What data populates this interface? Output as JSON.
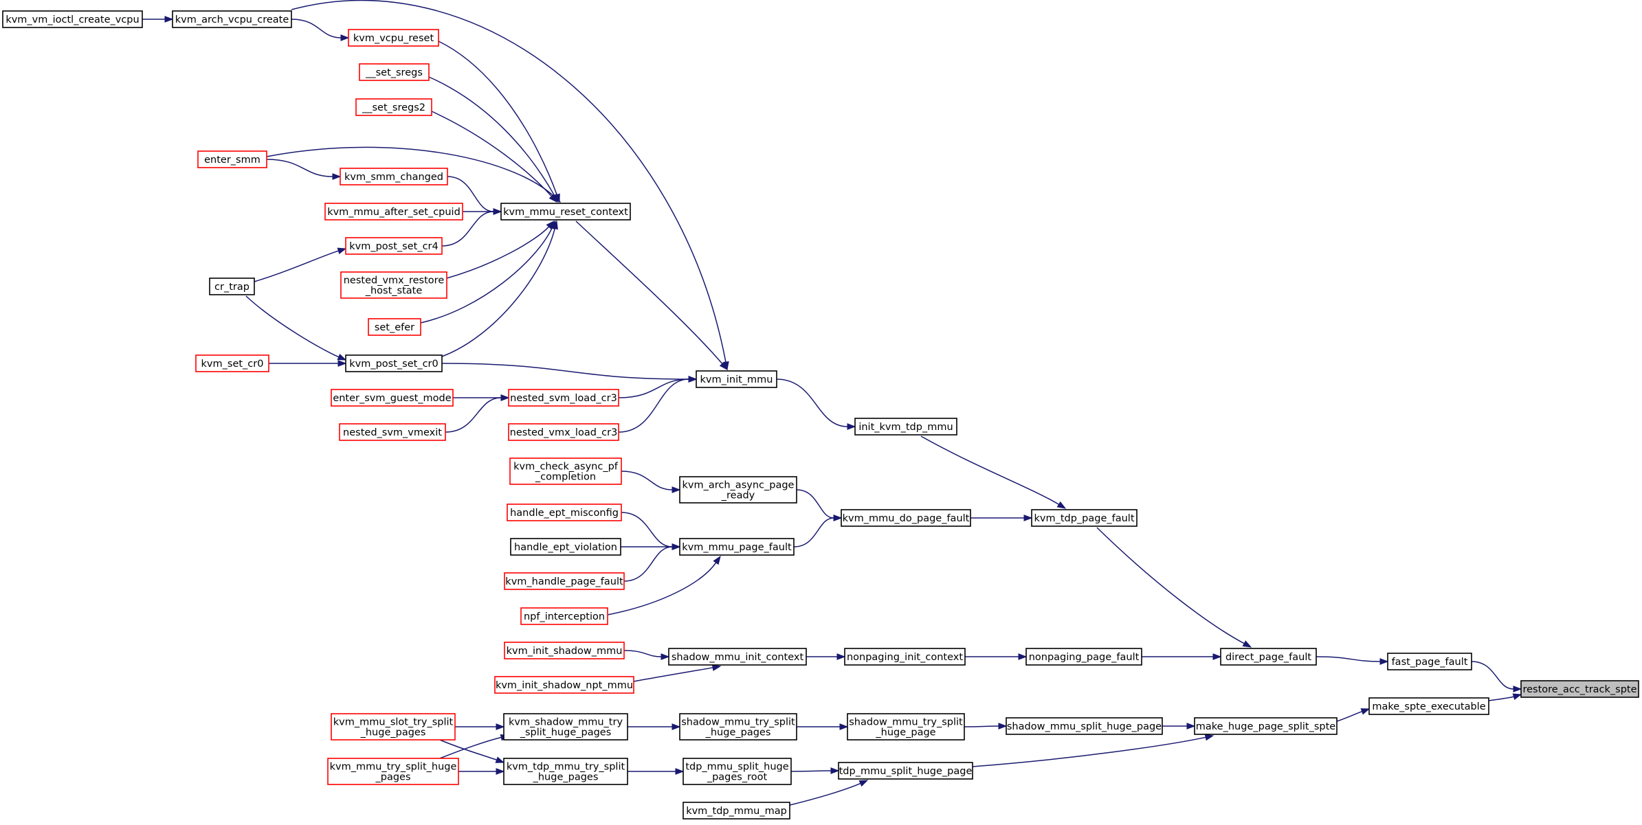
{
  "graph": {
    "edge_color": "#191970",
    "node_border_color": "#000000",
    "truncated_border_color": "#ff0000",
    "root_fill_color": "#bfbfbf",
    "nodes": [
      {
        "id": "restore_acc_track_spte",
        "lines": [
          "restore_acc_track_spte"
        ],
        "kind": "root"
      },
      {
        "id": "fast_page_fault",
        "lines": [
          "fast_page_fault"
        ],
        "kind": "normal"
      },
      {
        "id": "make_spte_executable",
        "lines": [
          "make_spte_executable"
        ],
        "kind": "normal"
      },
      {
        "id": "direct_page_fault",
        "lines": [
          "direct_page_fault"
        ],
        "kind": "normal"
      },
      {
        "id": "make_huge_page_split_spte",
        "lines": [
          "make_huge_page_split_spte"
        ],
        "kind": "normal"
      },
      {
        "id": "kvm_tdp_page_fault",
        "lines": [
          "kvm_tdp_page_fault"
        ],
        "kind": "normal"
      },
      {
        "id": "nonpaging_page_fault",
        "lines": [
          "nonpaging_page_fault"
        ],
        "kind": "normal"
      },
      {
        "id": "shadow_mmu_split_huge_page",
        "lines": [
          "shadow_mmu_split_huge_page"
        ],
        "kind": "normal"
      },
      {
        "id": "tdp_mmu_split_huge_page",
        "lines": [
          "tdp_mmu_split_huge_page"
        ],
        "kind": "normal"
      },
      {
        "id": "init_kvm_tdp_mmu",
        "lines": [
          "init_kvm_tdp_mmu"
        ],
        "kind": "normal"
      },
      {
        "id": "kvm_mmu_do_page_fault",
        "lines": [
          "kvm_mmu_do_page_fault"
        ],
        "kind": "normal"
      },
      {
        "id": "nonpaging_init_context",
        "lines": [
          "nonpaging_init_context"
        ],
        "kind": "normal"
      },
      {
        "id": "shadow_mmu_try_split_huge_page",
        "lines": [
          "shadow_mmu_try_split",
          "_huge_page"
        ],
        "kind": "normal"
      },
      {
        "id": "tdp_mmu_split_huge_pages_root",
        "lines": [
          "tdp_mmu_split_huge",
          "_pages_root"
        ],
        "kind": "normal"
      },
      {
        "id": "kvm_tdp_mmu_map",
        "lines": [
          "kvm_tdp_mmu_map"
        ],
        "kind": "normal"
      },
      {
        "id": "kvm_init_mmu",
        "lines": [
          "kvm_init_mmu"
        ],
        "kind": "normal"
      },
      {
        "id": "kvm_arch_async_page_ready",
        "lines": [
          "kvm_arch_async_page",
          "_ready"
        ],
        "kind": "normal"
      },
      {
        "id": "kvm_mmu_page_fault",
        "lines": [
          "kvm_mmu_page_fault"
        ],
        "kind": "normal"
      },
      {
        "id": "shadow_mmu_init_context",
        "lines": [
          "shadow_mmu_init_context"
        ],
        "kind": "normal"
      },
      {
        "id": "shadow_mmu_try_split_huge_pages",
        "lines": [
          "shadow_mmu_try_split",
          "_huge_pages"
        ],
        "kind": "normal"
      },
      {
        "id": "kvm_shadow_mmu_try_split_huge_pages",
        "lines": [
          "kvm_shadow_mmu_try",
          "_split_huge_pages"
        ],
        "kind": "normal"
      },
      {
        "id": "kvm_tdp_mmu_try_split_huge_pages",
        "lines": [
          "kvm_tdp_mmu_try_split",
          "_huge_pages"
        ],
        "kind": "normal"
      },
      {
        "id": "kvm_vcpu_reset",
        "lines": [
          "kvm_vcpu_reset"
        ],
        "kind": "truncated"
      },
      {
        "id": "kvm_mmu_reset_context",
        "lines": [
          "kvm_mmu_reset_context"
        ],
        "kind": "normal"
      },
      {
        "id": "kvm_post_set_cr0",
        "lines": [
          "kvm_post_set_cr0"
        ],
        "kind": "normal"
      },
      {
        "id": "nested_svm_load_cr3",
        "lines": [
          "nested_svm_load_cr3"
        ],
        "kind": "truncated"
      },
      {
        "id": "nested_vmx_load_cr3",
        "lines": [
          "nested_vmx_load_cr3"
        ],
        "kind": "truncated"
      },
      {
        "id": "kvm_check_async_pf_completion",
        "lines": [
          "kvm_check_async_pf",
          "_completion"
        ],
        "kind": "truncated"
      },
      {
        "id": "handle_ept_misconfig",
        "lines": [
          "handle_ept_misconfig"
        ],
        "kind": "truncated"
      },
      {
        "id": "handle_ept_violation",
        "lines": [
          "handle_ept_violation"
        ],
        "kind": "normal"
      },
      {
        "id": "kvm_handle_page_fault",
        "lines": [
          "kvm_handle_page_fault"
        ],
        "kind": "truncated"
      },
      {
        "id": "npf_interception",
        "lines": [
          "npf_interception"
        ],
        "kind": "truncated"
      },
      {
        "id": "kvm_init_shadow_mmu",
        "lines": [
          "kvm_init_shadow_mmu"
        ],
        "kind": "truncated"
      },
      {
        "id": "kvm_init_shadow_npt_mmu",
        "lines": [
          "kvm_init_shadow_npt_mmu"
        ],
        "kind": "truncated"
      },
      {
        "id": "kvm_mmu_slot_try_split_huge_pages",
        "lines": [
          "kvm_mmu_slot_try_split",
          "_huge_pages"
        ],
        "kind": "truncated"
      },
      {
        "id": "kvm_mmu_try_split_huge_pages",
        "lines": [
          "kvm_mmu_try_split_huge",
          "_pages"
        ],
        "kind": "truncated"
      },
      {
        "id": "kvm_arch_vcpu_create",
        "lines": [
          "kvm_arch_vcpu_create"
        ],
        "kind": "normal"
      },
      {
        "id": "kvm_vm_ioctl_create_vcpu",
        "lines": [
          "kvm_vm_ioctl_create_vcpu"
        ],
        "kind": "normal"
      },
      {
        "id": "__set_sregs",
        "lines": [
          "__set_sregs"
        ],
        "kind": "truncated"
      },
      {
        "id": "__set_sregs2",
        "lines": [
          "__set_sregs2"
        ],
        "kind": "truncated"
      },
      {
        "id": "enter_smm",
        "lines": [
          "enter_smm"
        ],
        "kind": "truncated"
      },
      {
        "id": "kvm_smm_changed",
        "lines": [
          "kvm_smm_changed"
        ],
        "kind": "truncated"
      },
      {
        "id": "kvm_mmu_after_set_cpuid",
        "lines": [
          "kvm_mmu_after_set_cpuid"
        ],
        "kind": "truncated"
      },
      {
        "id": "kvm_post_set_cr4",
        "lines": [
          "kvm_post_set_cr4"
        ],
        "kind": "truncated"
      },
      {
        "id": "cr_trap",
        "lines": [
          "cr_trap"
        ],
        "kind": "normal"
      },
      {
        "id": "nested_vmx_restore_host_state",
        "lines": [
          "nested_vmx_restore",
          "_host_state"
        ],
        "kind": "truncated"
      },
      {
        "id": "set_efer",
        "lines": [
          "set_efer"
        ],
        "kind": "truncated"
      },
      {
        "id": "kvm_set_cr0",
        "lines": [
          "kvm_set_cr0"
        ],
        "kind": "truncated"
      },
      {
        "id": "enter_svm_guest_mode",
        "lines": [
          "enter_svm_guest_mode"
        ],
        "kind": "truncated"
      },
      {
        "id": "nested_svm_vmexit",
        "lines": [
          "nested_svm_vmexit"
        ],
        "kind": "truncated"
      }
    ],
    "edges": [
      {
        "from": "fast_page_fault",
        "to": "restore_acc_track_spte"
      },
      {
        "from": "make_spte_executable",
        "to": "restore_acc_track_spte"
      },
      {
        "from": "direct_page_fault",
        "to": "fast_page_fault"
      },
      {
        "from": "make_huge_page_split_spte",
        "to": "make_spte_executable"
      },
      {
        "from": "kvm_tdp_page_fault",
        "to": "direct_page_fault"
      },
      {
        "from": "nonpaging_page_fault",
        "to": "direct_page_fault"
      },
      {
        "from": "shadow_mmu_split_huge_page",
        "to": "make_huge_page_split_spte"
      },
      {
        "from": "tdp_mmu_split_huge_page",
        "to": "make_huge_page_split_spte"
      },
      {
        "from": "init_kvm_tdp_mmu",
        "to": "kvm_tdp_page_fault"
      },
      {
        "from": "kvm_mmu_do_page_fault",
        "to": "kvm_tdp_page_fault"
      },
      {
        "from": "nonpaging_init_context",
        "to": "nonpaging_page_fault"
      },
      {
        "from": "shadow_mmu_try_split_huge_page",
        "to": "shadow_mmu_split_huge_page"
      },
      {
        "from": "tdp_mmu_split_huge_pages_root",
        "to": "tdp_mmu_split_huge_page"
      },
      {
        "from": "kvm_tdp_mmu_map",
        "to": "tdp_mmu_split_huge_page"
      },
      {
        "from": "kvm_init_mmu",
        "to": "init_kvm_tdp_mmu"
      },
      {
        "from": "kvm_arch_async_page_ready",
        "to": "kvm_mmu_do_page_fault"
      },
      {
        "from": "kvm_mmu_page_fault",
        "to": "kvm_mmu_do_page_fault"
      },
      {
        "from": "shadow_mmu_init_context",
        "to": "nonpaging_init_context"
      },
      {
        "from": "shadow_mmu_try_split_huge_pages",
        "to": "shadow_mmu_try_split_huge_page"
      },
      {
        "from": "kvm_tdp_mmu_try_split_huge_pages",
        "to": "tdp_mmu_split_huge_pages_root"
      },
      {
        "from": "kvm_shadow_mmu_try_split_huge_pages",
        "to": "shadow_mmu_try_split_huge_pages"
      },
      {
        "from": "kvm_arch_vcpu_create",
        "to": "kvm_init_mmu"
      },
      {
        "from": "kvm_mmu_reset_context",
        "to": "kvm_init_mmu"
      },
      {
        "from": "kvm_post_set_cr0",
        "to": "kvm_init_mmu"
      },
      {
        "from": "nested_svm_load_cr3",
        "to": "kvm_init_mmu"
      },
      {
        "from": "nested_vmx_load_cr3",
        "to": "kvm_init_mmu"
      },
      {
        "from": "kvm_check_async_pf_completion",
        "to": "kvm_arch_async_page_ready"
      },
      {
        "from": "handle_ept_misconfig",
        "to": "kvm_mmu_page_fault"
      },
      {
        "from": "handle_ept_violation",
        "to": "kvm_mmu_page_fault"
      },
      {
        "from": "kvm_handle_page_fault",
        "to": "kvm_mmu_page_fault"
      },
      {
        "from": "npf_interception",
        "to": "kvm_mmu_page_fault"
      },
      {
        "from": "kvm_init_shadow_mmu",
        "to": "shadow_mmu_init_context"
      },
      {
        "from": "kvm_init_shadow_npt_mmu",
        "to": "shadow_mmu_init_context"
      },
      {
        "from": "kvm_mmu_slot_try_split_huge_pages",
        "to": "kvm_shadow_mmu_try_split_huge_pages"
      },
      {
        "from": "kvm_mmu_try_split_huge_pages",
        "to": "kvm_shadow_mmu_try_split_huge_pages"
      },
      {
        "from": "kvm_mmu_slot_try_split_huge_pages",
        "to": "kvm_tdp_mmu_try_split_huge_pages"
      },
      {
        "from": "kvm_mmu_try_split_huge_pages",
        "to": "kvm_tdp_mmu_try_split_huge_pages"
      },
      {
        "from": "kvm_vm_ioctl_create_vcpu",
        "to": "kvm_arch_vcpu_create"
      },
      {
        "from": "kvm_arch_vcpu_create",
        "to": "kvm_vcpu_reset"
      },
      {
        "from": "kvm_vcpu_reset",
        "to": "kvm_mmu_reset_context"
      },
      {
        "from": "__set_sregs",
        "to": "kvm_mmu_reset_context"
      },
      {
        "from": "__set_sregs2",
        "to": "kvm_mmu_reset_context"
      },
      {
        "from": "enter_smm",
        "to": "kvm_mmu_reset_context"
      },
      {
        "from": "kvm_smm_changed",
        "to": "kvm_mmu_reset_context"
      },
      {
        "from": "kvm_mmu_after_set_cpuid",
        "to": "kvm_mmu_reset_context"
      },
      {
        "from": "kvm_post_set_cr4",
        "to": "kvm_mmu_reset_context"
      },
      {
        "from": "nested_vmx_restore_host_state",
        "to": "kvm_mmu_reset_context"
      },
      {
        "from": "set_efer",
        "to": "kvm_mmu_reset_context"
      },
      {
        "from": "kvm_post_set_cr0",
        "to": "kvm_mmu_reset_context"
      },
      {
        "from": "enter_smm",
        "to": "kvm_smm_changed"
      },
      {
        "from": "cr_trap",
        "to": "kvm_post_set_cr4"
      },
      {
        "from": "cr_trap",
        "to": "kvm_post_set_cr0"
      },
      {
        "from": "kvm_set_cr0",
        "to": "kvm_post_set_cr0"
      },
      {
        "from": "enter_svm_guest_mode",
        "to": "nested_svm_load_cr3"
      },
      {
        "from": "nested_svm_vmexit",
        "to": "nested_svm_load_cr3"
      }
    ]
  }
}
